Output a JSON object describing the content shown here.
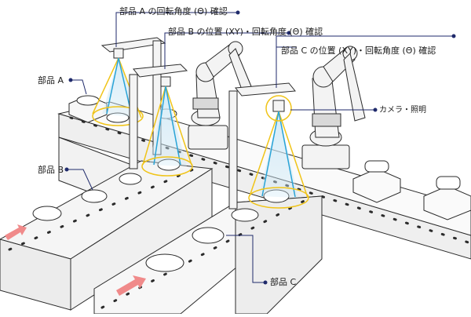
{
  "diagram": {
    "callouts": {
      "top_a": "部品 A の回転角度 (Θ) 確認",
      "top_b": "部品 B の位置 (XY)・回転角度 (Θ) 確認",
      "top_c": "部品 C の位置 (XY)・回転角度 (Θ) 確認",
      "part_a": "部品 A",
      "part_b": "部品 B",
      "part_c": "部品 C",
      "camera": "カメラ・照明"
    },
    "colors": {
      "line": "#2b2b2b",
      "leader": "#1f2a6b",
      "cone_outline": "#f0c419",
      "cone_beam": "#29a3d6",
      "cone_fill": "#cfe9f6",
      "arrow": "#f08a8a",
      "surface": "#f5f5f5"
    }
  }
}
